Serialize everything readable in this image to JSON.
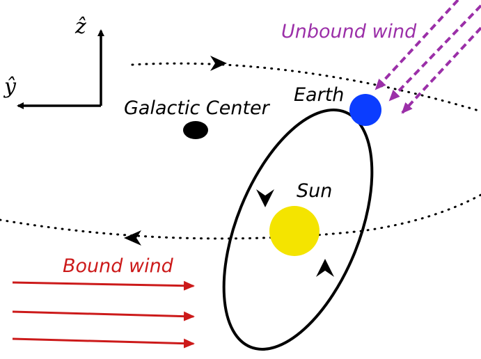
{
  "labels": {
    "z_axis": "ẑ",
    "y_axis": "ŷ",
    "galactic_center": "Galactic Center",
    "earth": "Earth",
    "sun": "Sun",
    "unbound_wind": "Unbound wind",
    "bound_wind": "Bound wind"
  },
  "colors": {
    "earth": "#0b3dff",
    "sun": "#f4e400",
    "galactic_center": "#000000",
    "unbound_wind": "#9b2fa8",
    "bound_wind": "#cc1a1a",
    "orbit": "#000000"
  }
}
